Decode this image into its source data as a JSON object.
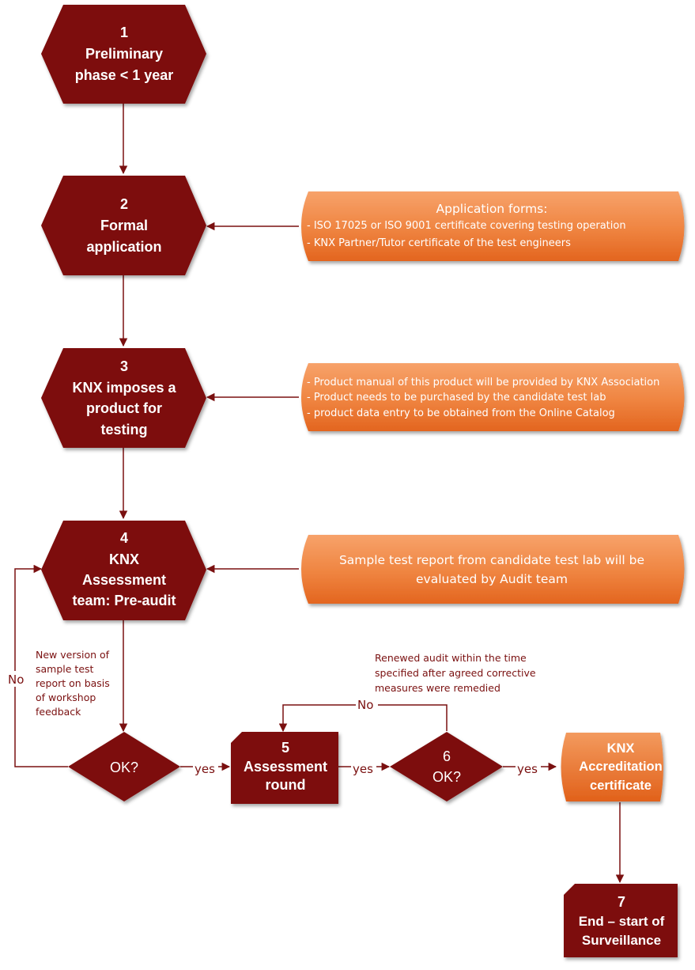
{
  "colors": {
    "node": "#7d0f0f",
    "arrow": "#7a1010",
    "note_light": "#f7a26a",
    "note_dark": "#e3651f",
    "text_on_node": "#ffffff",
    "label_text": "#7a1010"
  },
  "nodes": {
    "n1": {
      "num": "1",
      "lines": [
        "Preliminary",
        "phase < 1 year"
      ]
    },
    "n2": {
      "num": "2",
      "lines": [
        "Formal",
        "application"
      ]
    },
    "n3": {
      "num": "3",
      "lines": [
        "KNX imposes a",
        "product for",
        "testing"
      ]
    },
    "n4": {
      "num": "4",
      "lines": [
        "KNX",
        "Assessment",
        "team: Pre-audit"
      ]
    },
    "ok1": {
      "label": "OK?"
    },
    "n5": {
      "num": "5",
      "lines": [
        "Assessment",
        "round"
      ]
    },
    "n6": {
      "num": "6",
      "label": "OK?"
    },
    "cert": {
      "lines": [
        "KNX",
        "Accreditation",
        "certificate"
      ]
    },
    "n7": {
      "num": "7",
      "lines": [
        "End – start of",
        "Surveillance"
      ]
    }
  },
  "notes": {
    "forms": {
      "title": "Application forms:",
      "lines": [
        "- ISO 17025 or ISO 9001 certificate covering testing operation",
        "- KNX Partner/Tutor certificate of the test engineers"
      ]
    },
    "product": {
      "lines": [
        "- Product manual of this product will be provided by KNX Association",
        "- Product needs to be purchased by the candidate test lab",
        "- product data entry to be obtained from the Online Catalog"
      ]
    },
    "sample": {
      "lines": [
        "Sample test report from candidate test lab will be",
        "evaluated by Audit team"
      ]
    }
  },
  "edge_labels": {
    "no_left": "No",
    "no_top": "No",
    "yes1": "yes",
    "yes2": "yes",
    "yes3": "yes"
  },
  "annotations": {
    "new_version": [
      "New version of",
      "sample test",
      "report on basis",
      "of workshop",
      "feedback"
    ],
    "renewed_audit": [
      "Renewed audit within the time",
      "specified after agreed corrective",
      "measures were remedied"
    ]
  }
}
